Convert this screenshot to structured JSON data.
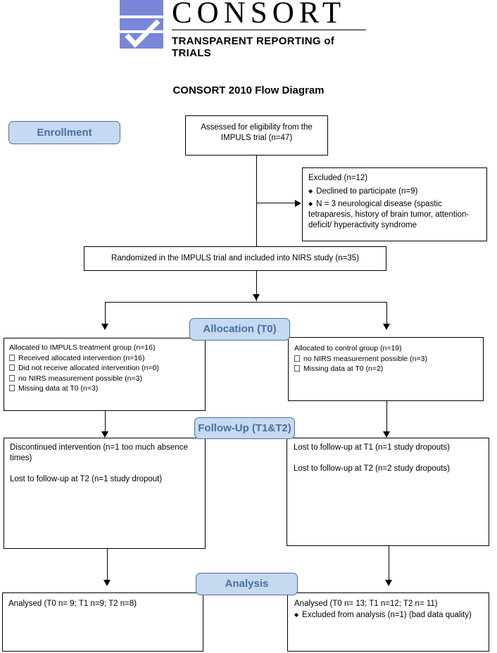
{
  "header": {
    "logo_title": "CONSORT",
    "logo_subtitle": "TRANSPARENT REPORTING of TRIALS"
  },
  "diagram_title": "CONSORT 2010 Flow Diagram",
  "stages": {
    "enrollment": "Enrollment",
    "allocation": "Allocation (T0)",
    "followup": "Follow-Up (T1&T2)",
    "analysis": "Analysis"
  },
  "assessed": "Assessed for eligibility from the IMPULS trial (n=47)",
  "excluded": {
    "title": "Excluded  (n=12)",
    "items": [
      "Declined to participate (n=9)",
      "N = 3 neurological disease (spastic tetraparesis, history of brain tumor, attention-deficit/ hyperactivity syndrome"
    ]
  },
  "randomized": "Randomized in the IMPULS trial and included into NIRS study (n=35)",
  "allocation_left": {
    "title": "Allocated to IMPULS treatment group (n=16)",
    "items": [
      "Received allocated intervention (n=16)",
      "Did not receive allocated intervention (n=0)",
      "no NIRS measurement possible (n=3)",
      "Missing data at T0 (n=3)"
    ]
  },
  "allocation_right": {
    "title": "Allocated to control group (n=19)",
    "items": [
      "no NIRS measurement possible (n=3)",
      "Missing data at T0 (n=2)"
    ]
  },
  "followup_left": [
    "Discontinued intervention (n=1 too much absence times)",
    "Lost to follow-up at T2 (n=1 study dropout)"
  ],
  "followup_right": [
    "Lost to follow-up at T1 (n=1 study dropouts)",
    "Lost to follow-up at T2 (n=2 study dropouts)"
  ],
  "analysis_left": "Analysed (T0 n= 9; T1 n=9; T2 n=8)",
  "analysis_right": {
    "title": "Analysed (T0 n= 13; T1 n=12; T2 n= 11)",
    "items": [
      "Excluded from analysis (n=1) (bad data quality)"
    ]
  },
  "colors": {
    "stage_fill": "#c5d9f1",
    "stage_text": "#4a6fa0",
    "logo_blue": "#7a86d8",
    "logo_text": "#000000"
  }
}
